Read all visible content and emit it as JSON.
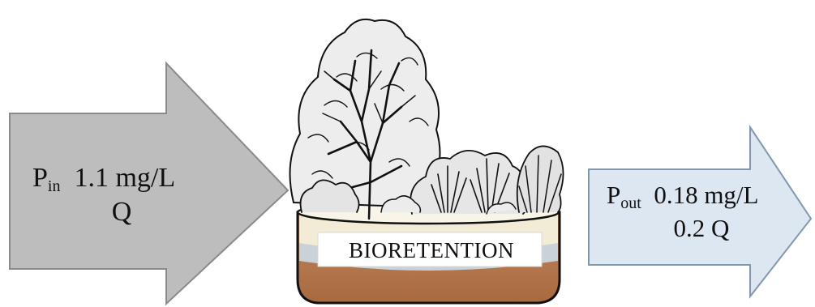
{
  "inflow": {
    "symbol": "P",
    "subscript": "in",
    "concentration": "1.1 mg/L",
    "flow": "Q"
  },
  "outflow": {
    "symbol": "P",
    "subscript": "out",
    "concentration": "0.18 mg/L",
    "flow": "0.2 Q"
  },
  "bioretention": {
    "label": "BIORETENTION"
  },
  "colors": {
    "inflow_arrow_fill": "#bdbdbd",
    "outflow_arrow_fill": "#dde7f1",
    "soil_fill": "#b77a52",
    "gravel_band": "#c9d2d8",
    "sand_band": "#f2ecd6",
    "outline": "#111111"
  },
  "icons": {
    "vegetation": "tree-and-shrubs-illustration"
  }
}
